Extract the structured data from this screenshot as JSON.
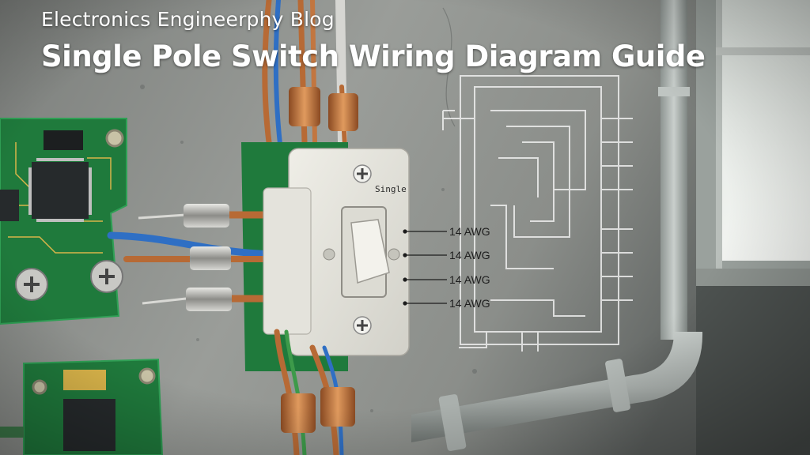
{
  "header": {
    "blog_name": "Electronics Engineerphy Blog",
    "title": "Single Pole Switch Wiring Diagram Guide"
  },
  "switch_plate": {
    "label": "Single"
  },
  "wire_labels": [
    "14 AWG",
    "14 AWG",
    "14 AWG",
    "14 AWG"
  ],
  "colors": {
    "wall": "#8a8d89",
    "pcb_green": "#1f7a3c",
    "copper": "#b76a35",
    "blue_wire": "#2f6fc4",
    "switch_body": "#e6e4dc",
    "window_light": "#e9eee9",
    "diagram_lines": "#f4f4f4"
  }
}
